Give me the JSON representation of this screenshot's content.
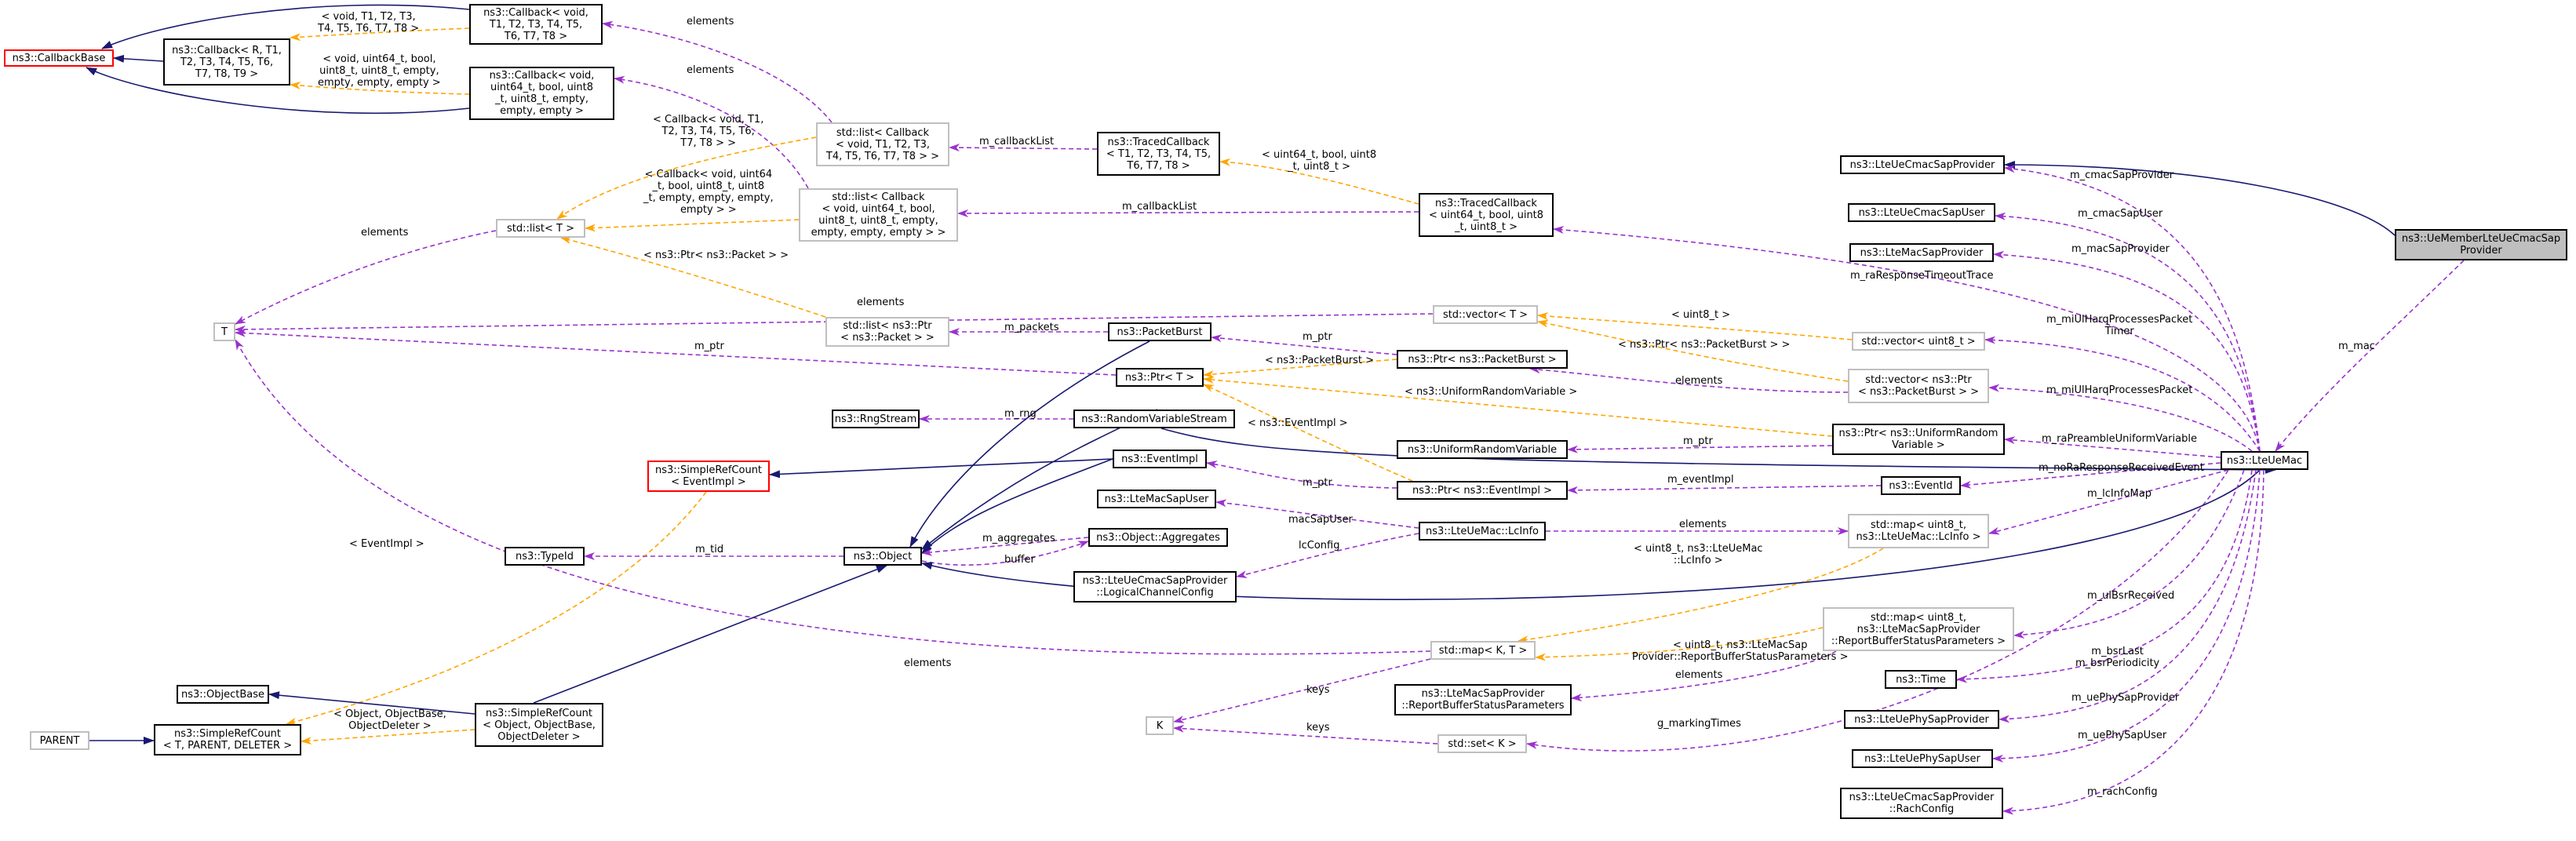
{
  "colors": {
    "inherit": "#191970",
    "member": "#9a32cd",
    "template": "#ffa500",
    "grey_border": "#bfbfbf",
    "red_border": "#ff0000",
    "focus_fill": "#bfbfbf"
  },
  "nodes": {
    "callbackbase": "ns3::CallbackBase",
    "callback_r": "ns3::Callback< R, T1,\nT2, T3, T4, T5, T6,\nT7, T8, T9 >",
    "callback_void": "ns3::Callback< void,\nT1, T2, T3, T4, T5,\nT6, T7, T8 >",
    "callback_void2": "ns3::Callback< void,\nuint64_t, bool, uint8\n_t, uint8_t, empty,\nempty, empty >",
    "list_cb1": "std::list< Callback\n< void, T1, T2, T3,\nT4, T5, T6, T7, T8 > >",
    "list_cb2": "std::list< Callback\n< void, uint64_t, bool,\nuint8_t, uint8_t, empty,\nempty, empty, empty > >",
    "traced1": "ns3::TracedCallback\n< T1, T2, T3, T4, T5,\nT6, T7, T8 >",
    "traced2": "ns3::TracedCallback\n< uint64_t, bool, uint8\n_t, uint8_t >",
    "list_t": "std::list< T >",
    "t": "T",
    "vector_t": "std::vector< T >",
    "list_ptr_pb": "std::list< ns3::Ptr\n< ns3::Packet > >",
    "packetburst": "ns3::PacketBurst",
    "ptr_t": "ns3::Ptr< T >",
    "ptr_pb": "ns3::Ptr< ns3::PacketBurst >",
    "vector_uint8": "std::vector< uint8_t >",
    "vector_ptr_pb": "std::vector< ns3::Ptr\n< ns3::PacketBurst > >",
    "rngstream": "ns3::RngStream",
    "rvs": "ns3::RandomVariableStream",
    "ptr_urv": "ns3::Ptr< ns3::UniformRandom\nVariable >",
    "urv": "ns3::UniformRandomVariable",
    "simplerefcount_ev": "ns3::SimpleRefCount\n< EventImpl >",
    "eventimpl": "ns3::EventImpl",
    "ptr_ev": "ns3::Ptr< ns3::EventImpl >",
    "eventid": "ns3::EventId",
    "lucmacsapprov": "ns3::LteUeCmacSapProvider",
    "lucmacsapuser": "ns3::LteUeCmacSapUser",
    "lmacsapprov": "ns3::LteMacSapProvider",
    "umeluecmacsapprov": "ns3::UeMemberLteUeCmacSap\nProvider",
    "ltemac": "ns3::LteUeMac",
    "ltemacsapuser": "ns3::LteMacSapUser",
    "typeid": "ns3::TypeId",
    "object": "ns3::Object",
    "aggregates": "ns3::Object::Aggregates",
    "lcinfo": "ns3::LteUeMac::LcInfo",
    "map_lcinfo": "std::map< uint8_t,\nns3::LteUeMac::LcInfo >",
    "logchancfg": "ns3::LteUeCmacSapProvider\n::LogicalChannelConfig",
    "map_kt": "std::map< K, T >",
    "map_rbsp": "std::map< uint8_t,\nns3::LteMacSapProvider\n::ReportBufferStatusParameters >",
    "time": "ns3::Time",
    "objectbase": "ns3::ObjectBase",
    "parent": "PARENT",
    "simplerefcount_t": "ns3::SimpleRefCount\n< T, PARENT, DELETER >",
    "simplerefcount_obj": "ns3::SimpleRefCount\n< Object, ObjectBase,\nObjectDeleter >",
    "k": "K",
    "rbsp": "ns3::LteMacSapProvider\n::ReportBufferStatusParameters",
    "set_k": "std::set< K >",
    "lteuephysapprov": "ns3::LteUePhySapProvider",
    "lteuephysapuser": "ns3::LteUePhySapUser",
    "rachconfig": "ns3::LteUeCmacSapProvider\n::RachConfig"
  },
  "edge_labels": {
    "e_cbvoid_cbr": "< void, T1, T2, T3,\nT4, T5, T6, T7, T8 >",
    "e_cbvoid2_cbr": "< void, uint64_t, bool,\nuint8_t, uint8_t, empty,\nempty, empty, empty >",
    "e_cb1_list": "elements",
    "e_cb2_list": "elements",
    "e_list1_traced1": "m_callbackList",
    "e_list2_traced2": "m_callbackList",
    "e_traced1_traced2": "< uint64_t, bool, uint8\n_t, uint8_t >",
    "e_listt_list1": "< Callback< void, T1,\nT2, T3, T4, T5, T6,\nT7, T8 > >",
    "e_listt_list2": "< Callback< void, uint64\n_t, bool, uint8_t, uint8\n_t, empty, empty, empty,\nempty > >",
    "e_listt_t": "elements",
    "e_listt_listptr": "< ns3::Ptr< ns3::Packet > >",
    "e_vector_t": "elements",
    "e_vector_uint8": "< uint8_t >",
    "e_vector_ptrpb": "< ns3::Ptr< ns3::PacketBurst > >",
    "e_ptrt_t": "m_ptr",
    "e_list_pb": "m_packets",
    "e_pb_ptr": "m_ptr",
    "e_ptrt_ptrpb": "< ns3::PacketBurst >",
    "e_ptrpb_vec": "elements",
    "e_ptrt_urv": "< ns3::UniformRandomVariable >",
    "e_ptrt_ev": "< ns3::EventImpl >",
    "e_rng_rvs": "m_rng",
    "e_urv_ptr": "m_ptr",
    "e_ev_ptr": "m_ptr",
    "e_ptrev_eventid": "m_eventImpl",
    "e_srf_ev": "< EventImpl >",
    "e_typeid_object": "m_tid",
    "e_aggr_object": "m_aggregates",
    "e_object_aggr": "buffer",
    "e_lmsu_lcinfo": "macSapUser",
    "e_lcinfo_map": "elements",
    "e_lcfg_lcinfo": "lcConfig",
    "e_mapkt_lcinfo": "< uint8_t, ns3::LteUeMac\n::LcInfo >",
    "e_mapkt_rbsp": "< uint8_t, ns3::LteMacSap\nProvider::ReportBufferStatusParameters >",
    "e_mapkt_t": "elements",
    "e_rbsp_map": "elements",
    "e_mapkt_k": "keys",
    "e_set_k": "keys",
    "e_set_gmt": "g_markingTimes",
    "e_srfobj_objbase": "< Object, ObjectBase,\nObjectDeleter >",
    "m_cmacSapProvider": "m_cmacSapProvider",
    "m_cmacSapUser": "m_cmacSapUser",
    "m_macSapProvider": "m_macSapProvider",
    "m_raResponseTimeoutTrace": "m_raResponseTimeoutTrace",
    "m_miUlHarqTimer": "m_miUlHarqProcessesPacket\nTimer",
    "m_miUlHarq": "m_miUlHarqProcessesPacket",
    "m_raPreamble": "m_raPreambleUniformVariable",
    "m_noRaResponse": "m_noRaResponseReceivedEvent",
    "m_lcInfoMap": "m_lcInfoMap",
    "m_ulBsrReceived": "m_ulBsrReceived",
    "m_bsr": "m_bsrLast\nm_bsrPeriodicity",
    "m_uePhySapProvider": "m_uePhySapProvider",
    "m_uePhySapUser": "m_uePhySapUser",
    "m_rachConfig": "m_rachConfig",
    "m_mac": "m_mac"
  }
}
